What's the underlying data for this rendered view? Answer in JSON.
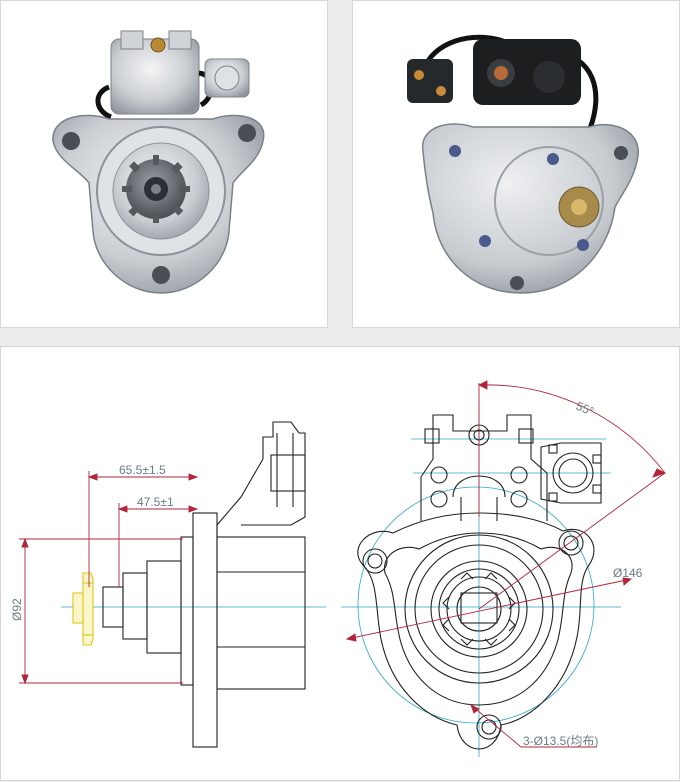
{
  "photos": {
    "front": {
      "label": "starter-motor-front-view"
    },
    "rear": {
      "label": "starter-motor-rear-view"
    }
  },
  "drawing": {
    "side_view": {
      "dim_overall_length": "65.5±1.5",
      "dim_inner_length": "47.5±1",
      "dim_diameter": "Ø92"
    },
    "front_view": {
      "dim_angle": "55°",
      "dim_bolt_circle": "Ø146",
      "dim_holes": "3-Ø13.5(均布)"
    }
  },
  "colors": {
    "outline": "#222222",
    "dimension": "#b0253a",
    "centerline": "#2aa8c8",
    "pinion": "#e4d64a",
    "background": "#ececec",
    "panel": "#ffffff"
  }
}
